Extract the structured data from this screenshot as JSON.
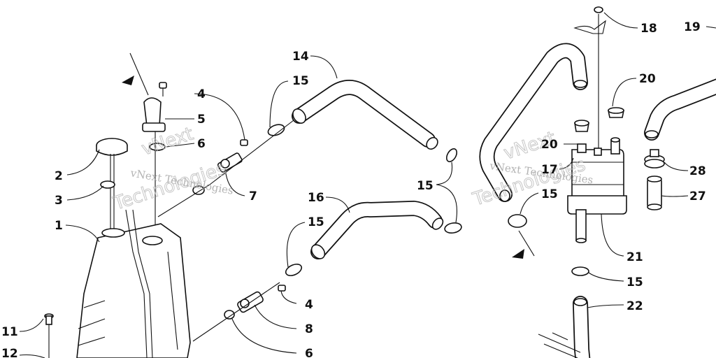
{
  "watermark": {
    "line1": "vNext Technologies",
    "line2": "vNext Technologies",
    "outline_words": [
      "vNext",
      "Technologies",
      "vNext",
      "Technologies"
    ]
  },
  "callouts": [
    {
      "id": "c14",
      "text": "14"
    },
    {
      "id": "c15a",
      "text": "15"
    },
    {
      "id": "c4a",
      "text": "4"
    },
    {
      "id": "c5",
      "text": "5"
    },
    {
      "id": "c6a",
      "text": "6"
    },
    {
      "id": "c2",
      "text": "2"
    },
    {
      "id": "c3",
      "text": "3"
    },
    {
      "id": "c7",
      "text": "7"
    },
    {
      "id": "c1",
      "text": "1"
    },
    {
      "id": "c16",
      "text": "16"
    },
    {
      "id": "c15b",
      "text": "15"
    },
    {
      "id": "c15c",
      "text": "15"
    },
    {
      "id": "c4b",
      "text": "4"
    },
    {
      "id": "c8",
      "text": "8"
    },
    {
      "id": "c6b",
      "text": "6"
    },
    {
      "id": "c11",
      "text": "11"
    },
    {
      "id": "c12",
      "text": "12"
    },
    {
      "id": "c18",
      "text": "18"
    },
    {
      "id": "c19",
      "text": "19"
    },
    {
      "id": "c20a",
      "text": "20"
    },
    {
      "id": "c20b",
      "text": "20"
    },
    {
      "id": "c17",
      "text": "17"
    },
    {
      "id": "c15d",
      "text": "15"
    },
    {
      "id": "c28",
      "text": "28"
    },
    {
      "id": "c27",
      "text": "27"
    },
    {
      "id": "c21",
      "text": "21"
    },
    {
      "id": "c15e",
      "text": "15"
    },
    {
      "id": "c22",
      "text": "22"
    }
  ]
}
